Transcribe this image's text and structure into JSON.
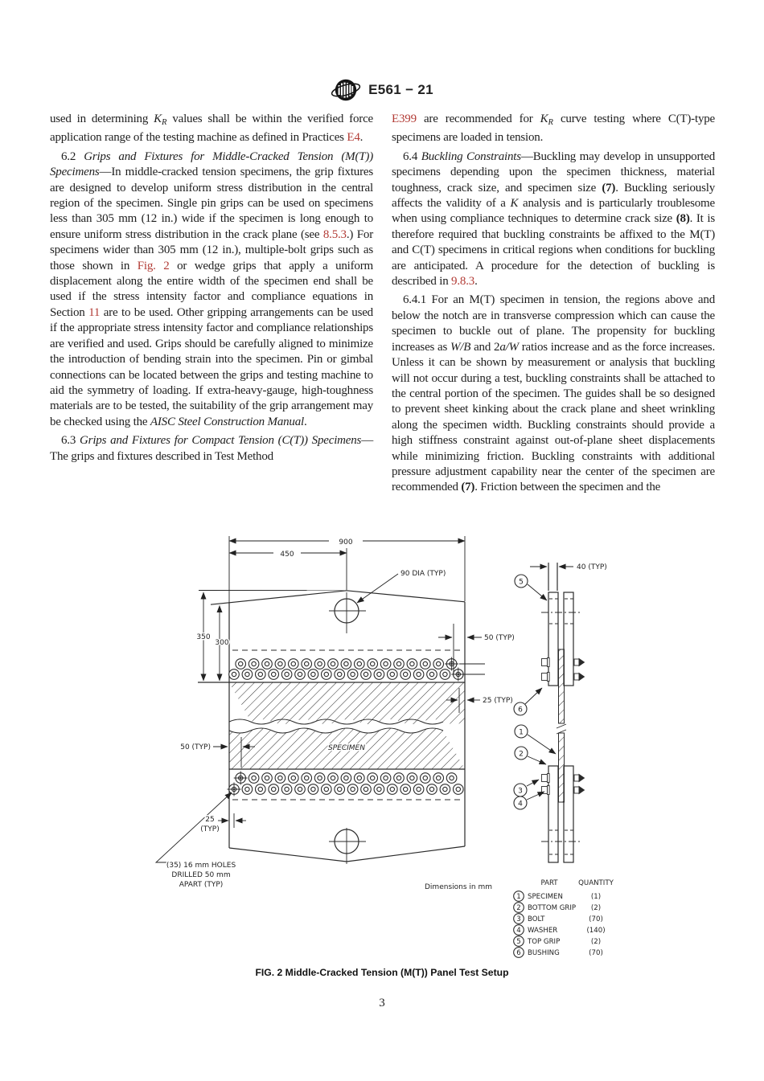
{
  "page": {
    "header": {
      "code": "E561 − 21",
      "logo": "astm-logo"
    },
    "page_number": "3",
    "colors": {
      "link_red": "#b23b35",
      "ink": "#1e1e1e",
      "drawing": "#2a2a2a"
    }
  },
  "columns": {
    "left": [
      {
        "name": "continuation-paragraph",
        "runs": [
          {
            "t": "used in determining ",
            "s": ""
          },
          {
            "t": "K",
            "s": "em"
          },
          {
            "t": "R",
            "s": "sub"
          },
          {
            "t": " values shall be within the verified force application range of the testing machine as defined in Practices ",
            "s": ""
          },
          {
            "t": "E4",
            "s": "link"
          },
          {
            "t": ".",
            "s": ""
          }
        ]
      },
      {
        "name": "section-6-2",
        "runs": [
          {
            "t": "6.2 ",
            "s": ""
          },
          {
            "t": "Grips and Fixtures for Middle-Cracked Tension (M(T)) Specimens",
            "s": "em"
          },
          {
            "t": "—In middle-cracked tension specimens, the grip fixtures are designed to develop uniform stress distribution in the central region of the specimen. Single pin grips can be used on specimens less than 305 mm (12 in.) wide if the specimen is long enough to ensure uniform stress distribution in the crack plane (see ",
            "s": ""
          },
          {
            "t": "8.5.3",
            "s": "link"
          },
          {
            "t": ".) For specimens wider than 305 mm (12 in.), multiple-bolt grips such as those shown in ",
            "s": ""
          },
          {
            "t": "Fig. 2",
            "s": "link"
          },
          {
            "t": " or wedge grips that apply a uniform displacement along the entire width of the specimen end shall be used if the stress intensity factor and compliance equations in Section ",
            "s": ""
          },
          {
            "t": "11",
            "s": "link"
          },
          {
            "t": " are to be used. Other gripping arrangements can be used if the appropriate stress intensity factor and compliance relationships are verified and used. Grips should be carefully aligned to minimize the introduction of bending strain into the specimen. Pin or gimbal connections can be located between the grips and testing machine to aid the symmetry of loading. If extra-heavy-gauge, high-toughness materials are to be tested, the suitability of the grip arrangement may be checked using the ",
            "s": ""
          },
          {
            "t": "AISC Steel Construction Manual",
            "s": "em"
          },
          {
            "t": ".",
            "s": ""
          }
        ]
      },
      {
        "name": "section-6-3",
        "runs": [
          {
            "t": "6.3 ",
            "s": ""
          },
          {
            "t": "Grips and Fixtures for Compact Tension (C(T)) Specimens",
            "s": "em"
          },
          {
            "t": "—The grips and fixtures described in Test Method",
            "s": ""
          }
        ]
      }
    ],
    "right": [
      {
        "name": "continuation-paragraph",
        "runs": [
          {
            "t": "E399",
            "s": "link"
          },
          {
            "t": " are recommended for ",
            "s": ""
          },
          {
            "t": "K",
            "s": "em"
          },
          {
            "t": "R",
            "s": "sub"
          },
          {
            "t": " curve testing where C(T)-type specimens are loaded in tension.",
            "s": ""
          }
        ]
      },
      {
        "name": "section-6-4",
        "runs": [
          {
            "t": "6.4 ",
            "s": ""
          },
          {
            "t": "Buckling Constraints",
            "s": "em"
          },
          {
            "t": "—Buckling may develop in unsupported specimens depending upon the specimen thickness, material toughness, crack size, and specimen size ",
            "s": ""
          },
          {
            "t": "(7)",
            "s": "strong"
          },
          {
            "t": ". Buckling seriously affects the validity of a ",
            "s": ""
          },
          {
            "t": "K",
            "s": "em"
          },
          {
            "t": " analysis and is particularly troublesome when using compliance techniques to determine crack size ",
            "s": ""
          },
          {
            "t": "(8)",
            "s": "strong"
          },
          {
            "t": ". It is therefore required that buckling constraints be affixed to the M(T) and C(T) specimens in critical regions when conditions for buckling are anticipated. A procedure for the detection of buckling is described in ",
            "s": ""
          },
          {
            "t": "9.8.3",
            "s": "link"
          },
          {
            "t": ".",
            "s": ""
          }
        ]
      },
      {
        "name": "section-6-4-1",
        "runs": [
          {
            "t": "6.4.1 For an M(T) specimen in tension, the regions above and below the notch are in transverse compression which can cause the specimen to buckle out of plane. The propensity for buckling increases as ",
            "s": ""
          },
          {
            "t": "W/B",
            "s": "em"
          },
          {
            "t": " and 2",
            "s": ""
          },
          {
            "t": "a/W",
            "s": "em"
          },
          {
            "t": " ratios increase and as the force increases. Unless it can be shown by measurement or analysis that buckling will not occur during a test, buckling constraints shall be attached to the central portion of the specimen. The guides shall be so designed to prevent sheet kinking about the crack plane and sheet wrinkling along the specimen width. Buckling constraints should provide a high stiffness constraint against out-of-plane sheet displacements while minimizing friction. Buckling constraints with additional pressure adjustment capability near the center of the specimen are recommended ",
            "s": ""
          },
          {
            "t": "(7)",
            "s": "strong"
          },
          {
            "t": ". Friction between the specimen and the",
            "s": ""
          }
        ]
      }
    ]
  },
  "figure": {
    "caption": "FIG. 2  Middle-Cracked Tension (M(T)) Panel Test Setup",
    "note": "Dimensions in mm",
    "labels": {
      "dim_900": "900",
      "dim_450": "450",
      "dia_90": "90 DIA (TYP)",
      "dim_350": "350",
      "dim_300": "300",
      "right_50": "50 (TYP)",
      "right_25": "25 (TYP)",
      "left_50": "50 (TYP)",
      "left_25_num": "25",
      "left_25_typ": "(TYP)",
      "holes_note_1": "(35) 16 mm HOLES",
      "holes_note_2": "DRILLED 50 mm",
      "holes_note_3": "APART (TYP)",
      "side_40": "40 (TYP)",
      "specimen": "SPECIMEN"
    },
    "parts_table": {
      "headers": {
        "part": "PART",
        "quantity": "QUANTITY"
      },
      "rows": [
        {
          "num": "1",
          "part": "SPECIMEN",
          "qty": "(1)"
        },
        {
          "num": "2",
          "part": "BOTTOM GRIP",
          "qty": "(2)"
        },
        {
          "num": "3",
          "part": "BOLT",
          "qty": "(70)"
        },
        {
          "num": "4",
          "part": "WASHER",
          "qty": "(140)"
        },
        {
          "num": "5",
          "part": "TOP GRIP",
          "qty": "(2)"
        },
        {
          "num": "6",
          "part": "BUSHING",
          "qty": "(70)"
        }
      ]
    }
  }
}
